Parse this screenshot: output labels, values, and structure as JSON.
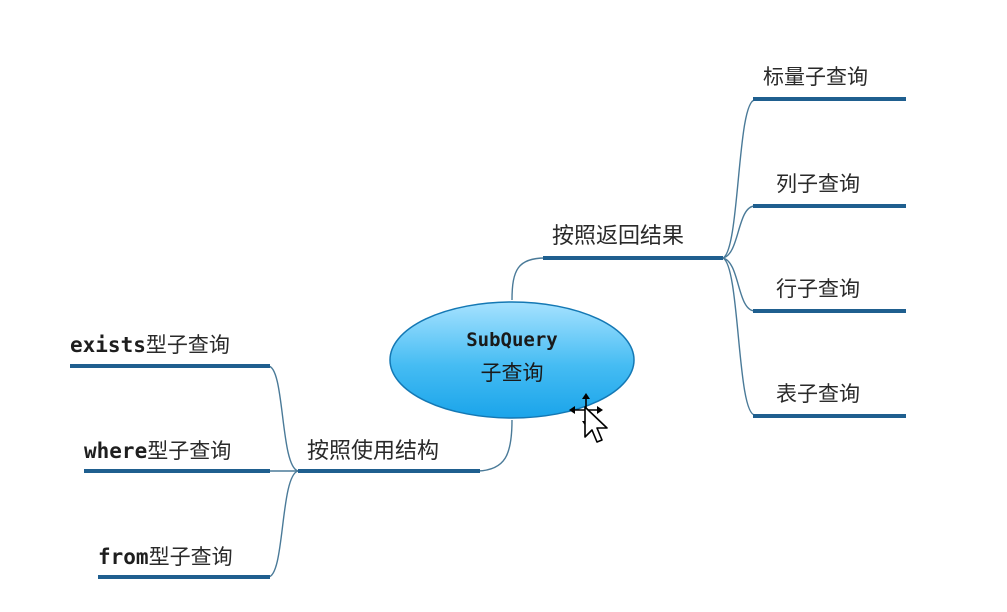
{
  "center": {
    "title": "SubQuery",
    "subtitle": "子查询"
  },
  "branches": {
    "by_result": {
      "label": "按照返回结果",
      "children": [
        "标量子查询",
        "列子查询",
        "行子查询",
        "表子查询"
      ]
    },
    "by_structure": {
      "label": "按照使用结构",
      "children": [
        {
          "keyword": "exists",
          "suffix": "型子查询"
        },
        {
          "keyword": "where",
          "suffix": "型子查询"
        },
        {
          "keyword": "from",
          "suffix": "型子查询"
        }
      ]
    }
  },
  "colors": {
    "node_fill_top": "#8fd8ff",
    "node_fill_bottom": "#1aa4ea",
    "node_border": "#1478b4",
    "underline": "#1f5f8f",
    "connector": "#4a7a98"
  },
  "cursor_icon": "move-cursor-icon"
}
